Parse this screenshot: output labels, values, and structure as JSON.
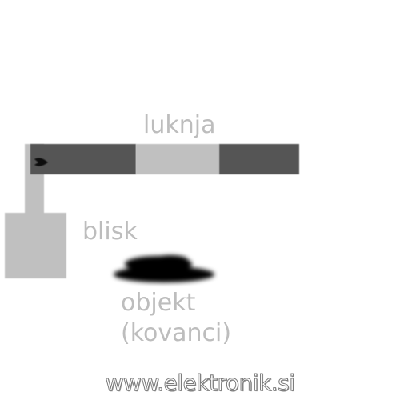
{
  "labels": {
    "hole": "luknja",
    "flash": "blisk",
    "object_line1": "objekt",
    "object_line2": "(kovanci)"
  },
  "watermark": "www.elektronik.si",
  "colors": {
    "background": "#ffffff",
    "dark_bar": "#555555",
    "light_gray": "#c0c0c0",
    "label_text": "#bdbdbd",
    "object": "#000000"
  },
  "icons": {
    "small_arrow": "arrow-right-icon"
  }
}
